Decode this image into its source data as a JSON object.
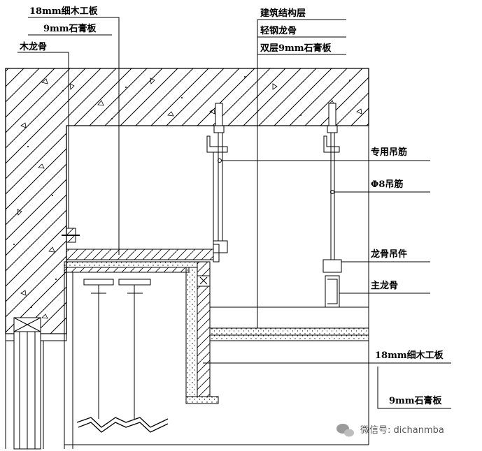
{
  "labels": {
    "top_left": [
      "18mm细木工板",
      "9mm石膏板",
      "木龙骨"
    ],
    "top_right": [
      "建筑结构层",
      "轻钢龙骨",
      "双层9mm石膏板"
    ],
    "right": [
      "专用吊筋",
      "Φ8吊筋",
      "龙骨吊件",
      "主龙骨"
    ],
    "bottom_right": [
      "18mm细木工板",
      "9mm石膏板"
    ]
  },
  "watermark": {
    "text": "微信号: dichanmba",
    "icon": "wechat-icon"
  }
}
